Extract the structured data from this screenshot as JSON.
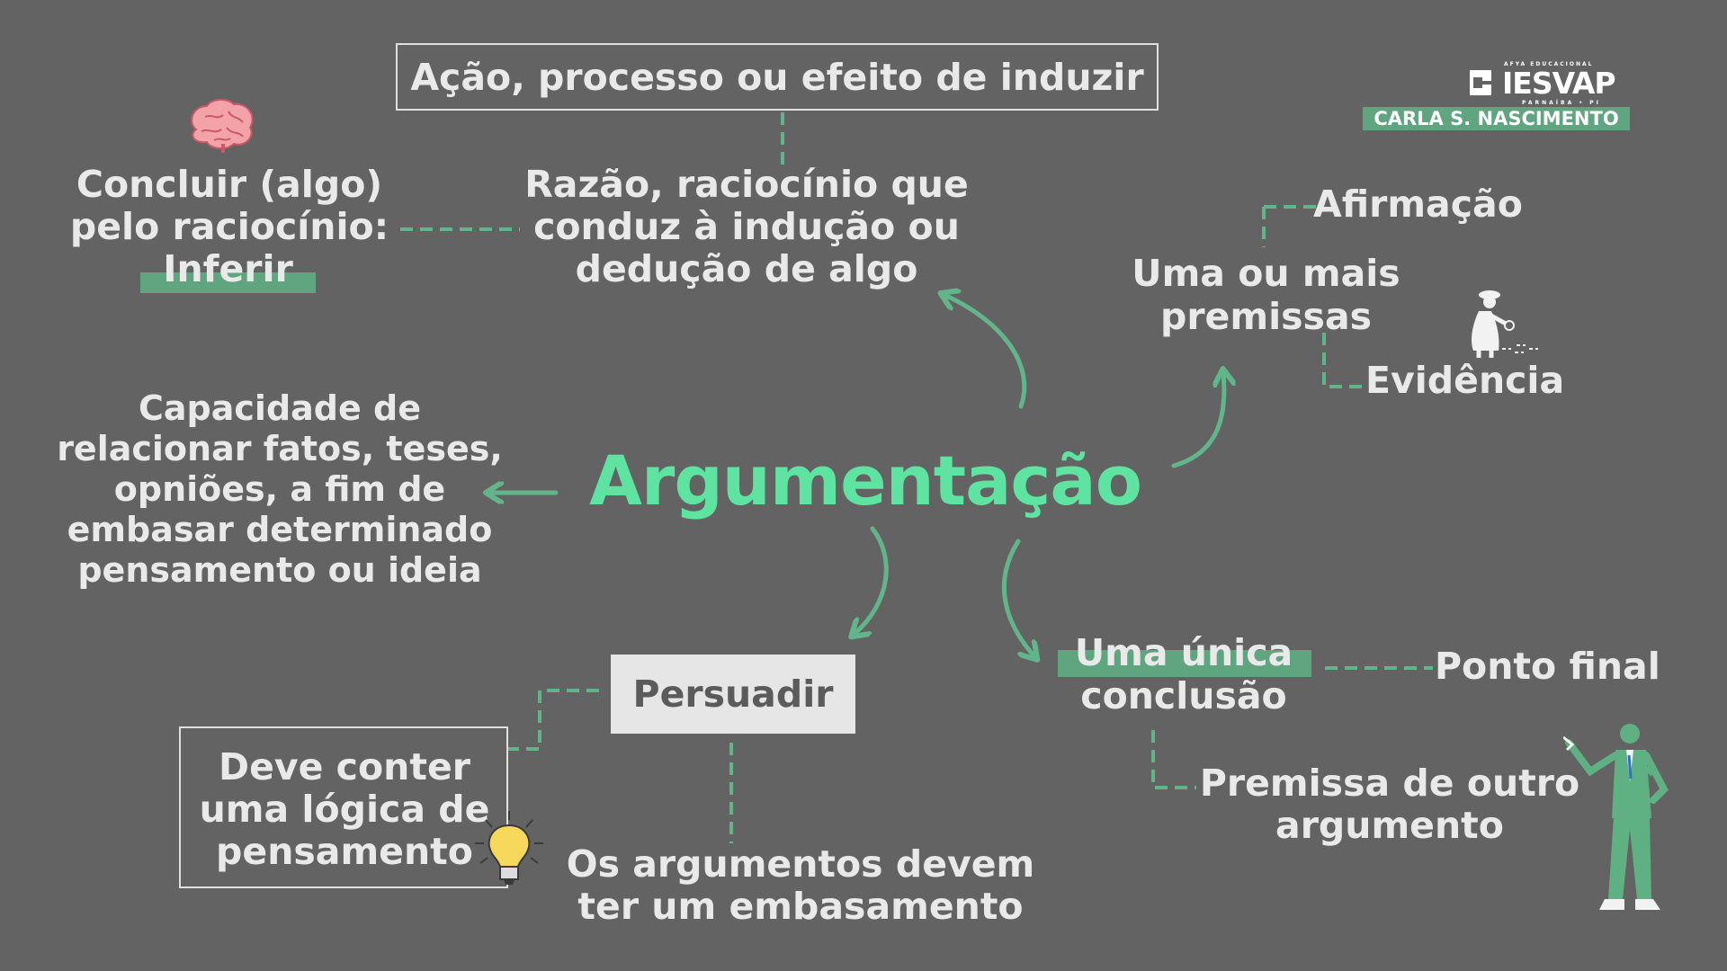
{
  "brand": {
    "logo": "IESVAP",
    "logo_top_micro": "AFYA EDUCACIONAL",
    "logo_bottom_micro": "PARNAÍBA • PI",
    "author": "CARLA S. NASCIMENTO"
  },
  "colors": {
    "background": "#636363",
    "text": "#e9e9e9",
    "accent": "#5ee3a0",
    "line": "#62b58a",
    "highlight": "#5fa57f"
  },
  "center": {
    "title": "Argumentação"
  },
  "top": {
    "definition_box": "Ação, processo ou efeito de induzir",
    "reason": [
      "Razão, raciocínio que",
      "conduz à indução ou",
      "dedução de algo"
    ],
    "conclude": [
      "Concluir (algo)",
      "pelo raciocínio:"
    ],
    "infer": "Inferir"
  },
  "left": {
    "capacity": [
      "Capacidade de",
      "relacionar fatos, teses,",
      "opniões, a fim de",
      "embasar determinado",
      "pensamento ou ideia"
    ]
  },
  "right": {
    "premises": [
      "Uma ou mais",
      "premissas"
    ],
    "affirmation": "Afirmação",
    "evidence": "Evidência",
    "conclusion": [
      "Uma única",
      "conclusão"
    ],
    "final_point": "Ponto final",
    "other_premise": [
      "Premissa de outro",
      "argumento"
    ]
  },
  "bottom": {
    "persuade": "Persuadir",
    "logic": [
      "Deve conter",
      "uma lógica de",
      "pensamento"
    ],
    "basis": [
      "Os argumentos devem",
      "ter um embasamento"
    ]
  },
  "icons": [
    "brain-icon",
    "lightbulb-icon",
    "detective-icon",
    "presenter-icon",
    "arrow-icon"
  ]
}
